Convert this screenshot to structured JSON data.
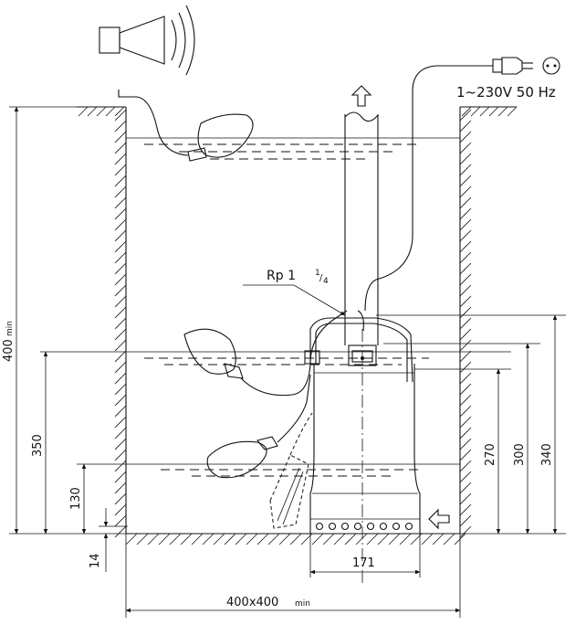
{
  "power": {
    "label": "1~230V 50 Hz"
  },
  "pipe": {
    "connection_label": "Rp 1",
    "connection_fraction_num": "1",
    "connection_fraction_den": "4"
  },
  "dimensions": {
    "shaft_height": "400",
    "shaft_height_suffix": "min",
    "level_350": "350",
    "level_130": "130",
    "level_14": "14",
    "level_270": "270",
    "level_300": "300",
    "level_340": "340",
    "pump_width": "171",
    "shaft_width": "400x400",
    "shaft_width_suffix": "min"
  }
}
